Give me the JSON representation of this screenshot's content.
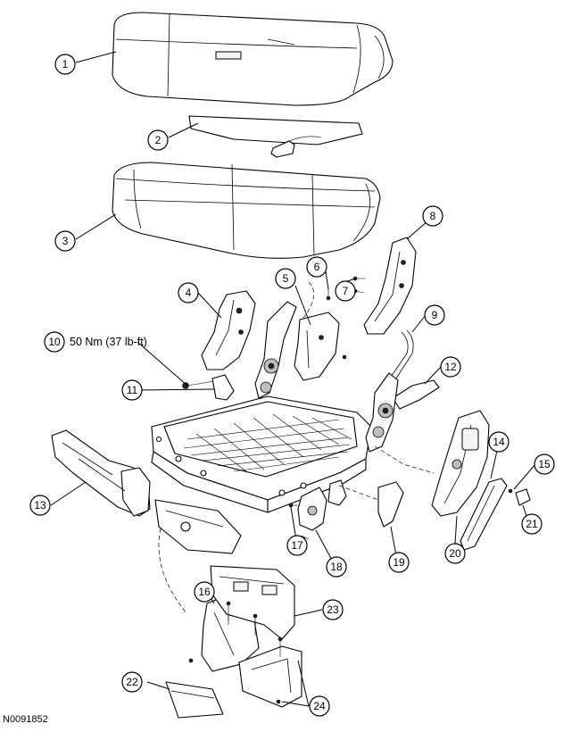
{
  "figure_id": "N0091852",
  "torque_spec": "50 Nm (37 lb-ft)",
  "callouts": [
    "1",
    "2",
    "3",
    "4",
    "5",
    "6",
    "7",
    "8",
    "9",
    "10",
    "11",
    "12",
    "13",
    "14",
    "15",
    "16",
    "17",
    "18",
    "19",
    "20",
    "21",
    "22",
    "23",
    "24"
  ]
}
